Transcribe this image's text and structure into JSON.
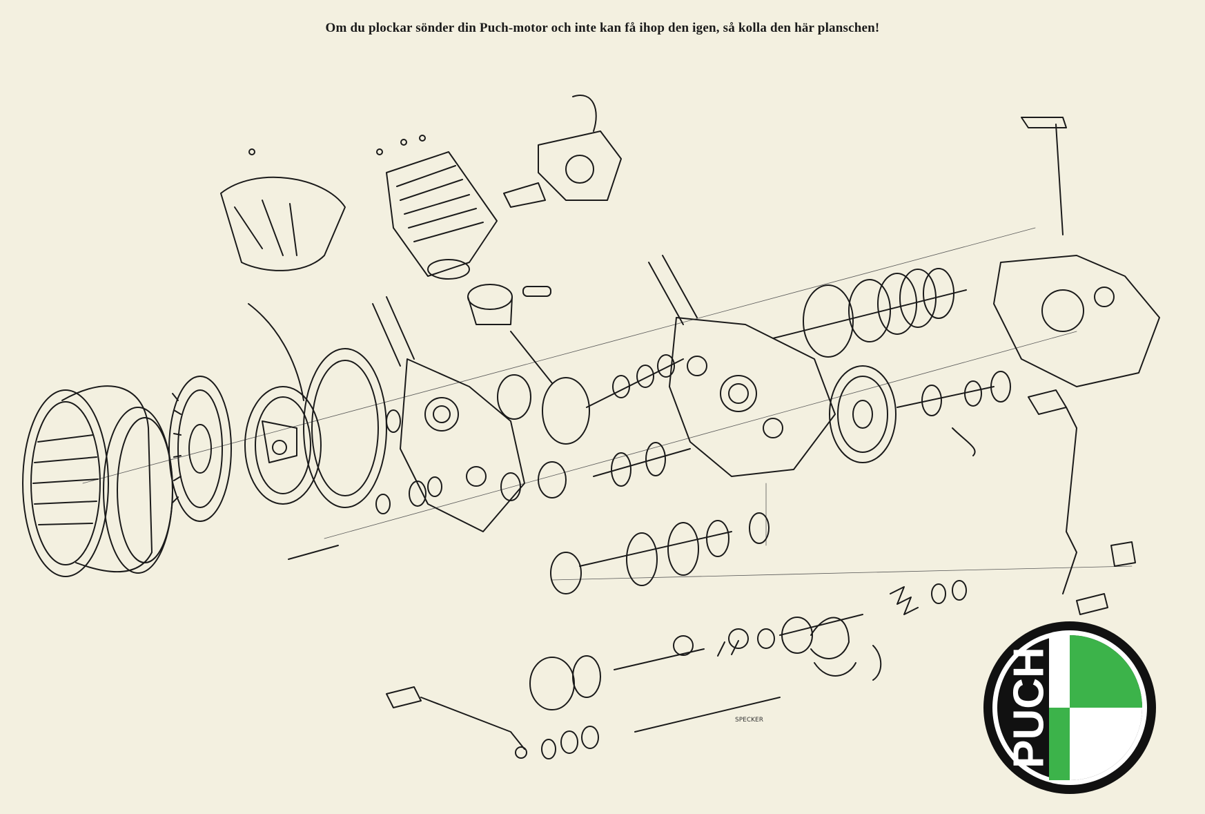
{
  "poster": {
    "headline": "Om du plockar sönder din Puch-motor och inte kan få ihop den igen, så kolla den här planschen!",
    "artist_signature": "SPECKER",
    "logo_text": "PUCH",
    "colors": {
      "paper": "#f3f0e0",
      "ink": "#1a1a1a",
      "logo_green": "#3cb34a",
      "logo_black": "#111111",
      "logo_white": "#ffffff"
    }
  }
}
